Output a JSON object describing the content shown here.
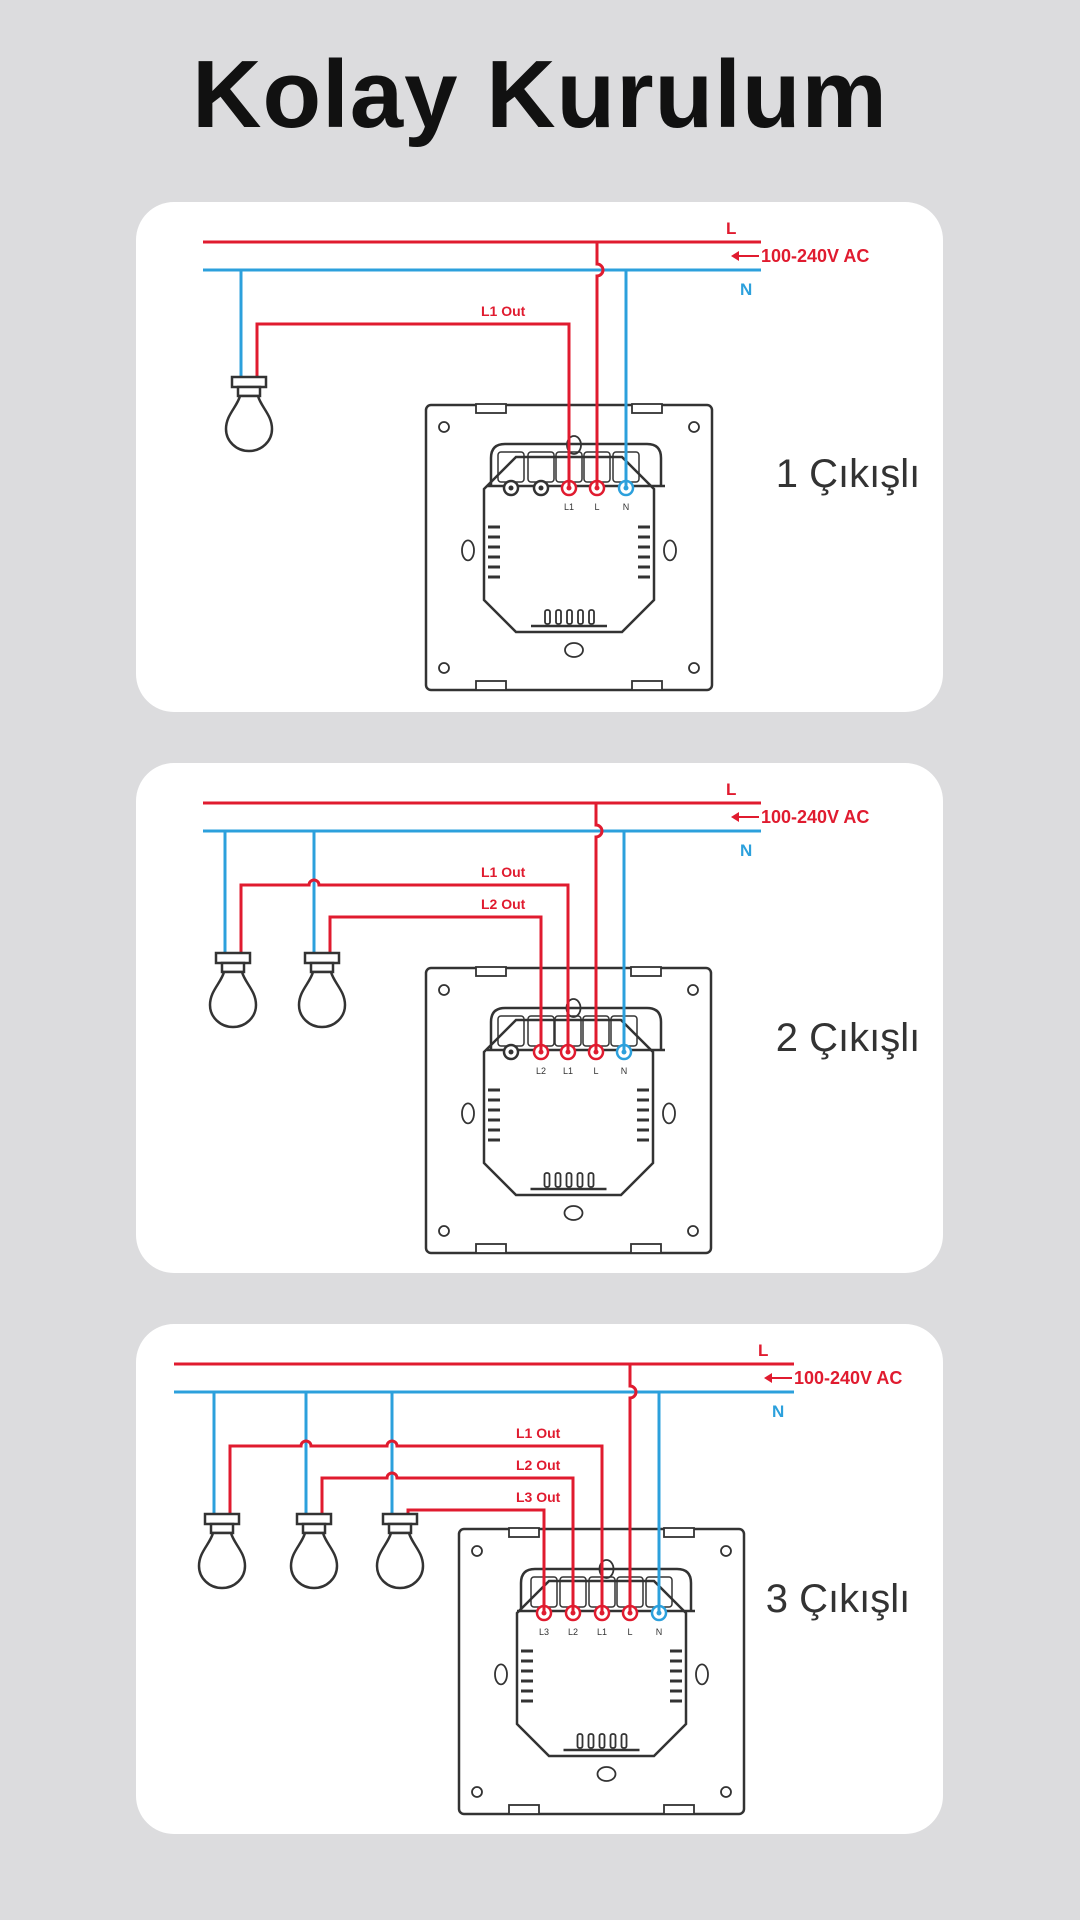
{
  "page": {
    "title": "Kolay Kurulum"
  },
  "colors": {
    "live": "#e01b2f",
    "neutral": "#2ca0dc",
    "device": "#333333",
    "card": "#ffffff",
    "background": "#dcdcde"
  },
  "labels": {
    "L": "L",
    "N": "N",
    "voltage": "100-240V AC"
  },
  "diagrams": [
    {
      "caption": "1 Çıkışlı",
      "outputs": [
        "L1 Out"
      ],
      "terminals": [
        "L1",
        "L",
        "N"
      ]
    },
    {
      "caption": "2 Çıkışlı",
      "outputs": [
        "L1 Out",
        "L2 Out"
      ],
      "terminals": [
        "L2",
        "L1",
        "L",
        "N"
      ]
    },
    {
      "caption": "3 Çıkışlı",
      "outputs": [
        "L1 Out",
        "L2 Out",
        "L3 Out"
      ],
      "terminals": [
        "L3",
        "L2",
        "L1",
        "L",
        "N"
      ]
    }
  ]
}
